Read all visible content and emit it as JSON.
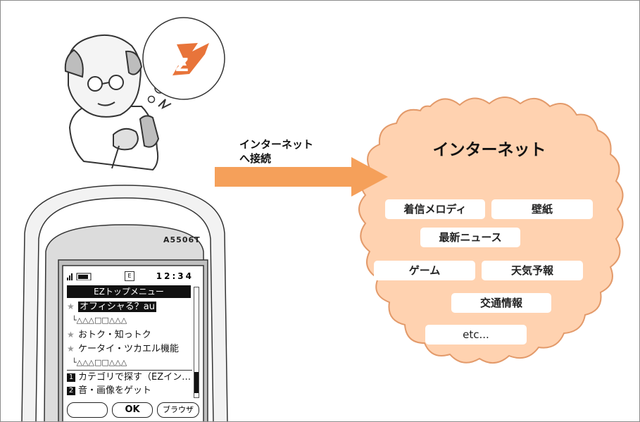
{
  "arrow_label": [
    "インターネット",
    "へ接続"
  ],
  "cloud": {
    "title": "インターネット",
    "items": [
      "着信メロディ",
      "壁紙",
      "最新ニュース",
      "ゲーム",
      "天気予報",
      "交通情報",
      "etc..."
    ]
  },
  "speech_bubble_logo": "EZ",
  "phone": {
    "model": "A5506T",
    "status": {
      "clock": "12:34",
      "ez_mark": "E"
    },
    "menu_header": "EZトップメニュー",
    "rows": [
      {
        "text": "オフィシャる？au"
      },
      {
        "text": "△△△□□△△△"
      },
      {
        "text": "おトク・知っトク"
      },
      {
        "text": "ケータイ・ツカエル機能"
      },
      {
        "text": "△△△□□△△△"
      },
      {
        "num": "1",
        "text": "カテゴリで探す（EZイン…"
      },
      {
        "num": "2",
        "text": "音・画像をゲット"
      }
    ],
    "softkeys": [
      "",
      "OK",
      "ブラウザ"
    ]
  },
  "colors": {
    "arrow": "#f5a05a",
    "cloud": "#ffd2b0",
    "cloud_outline": "#e39a6a",
    "ez_logo": "#e8743a"
  }
}
